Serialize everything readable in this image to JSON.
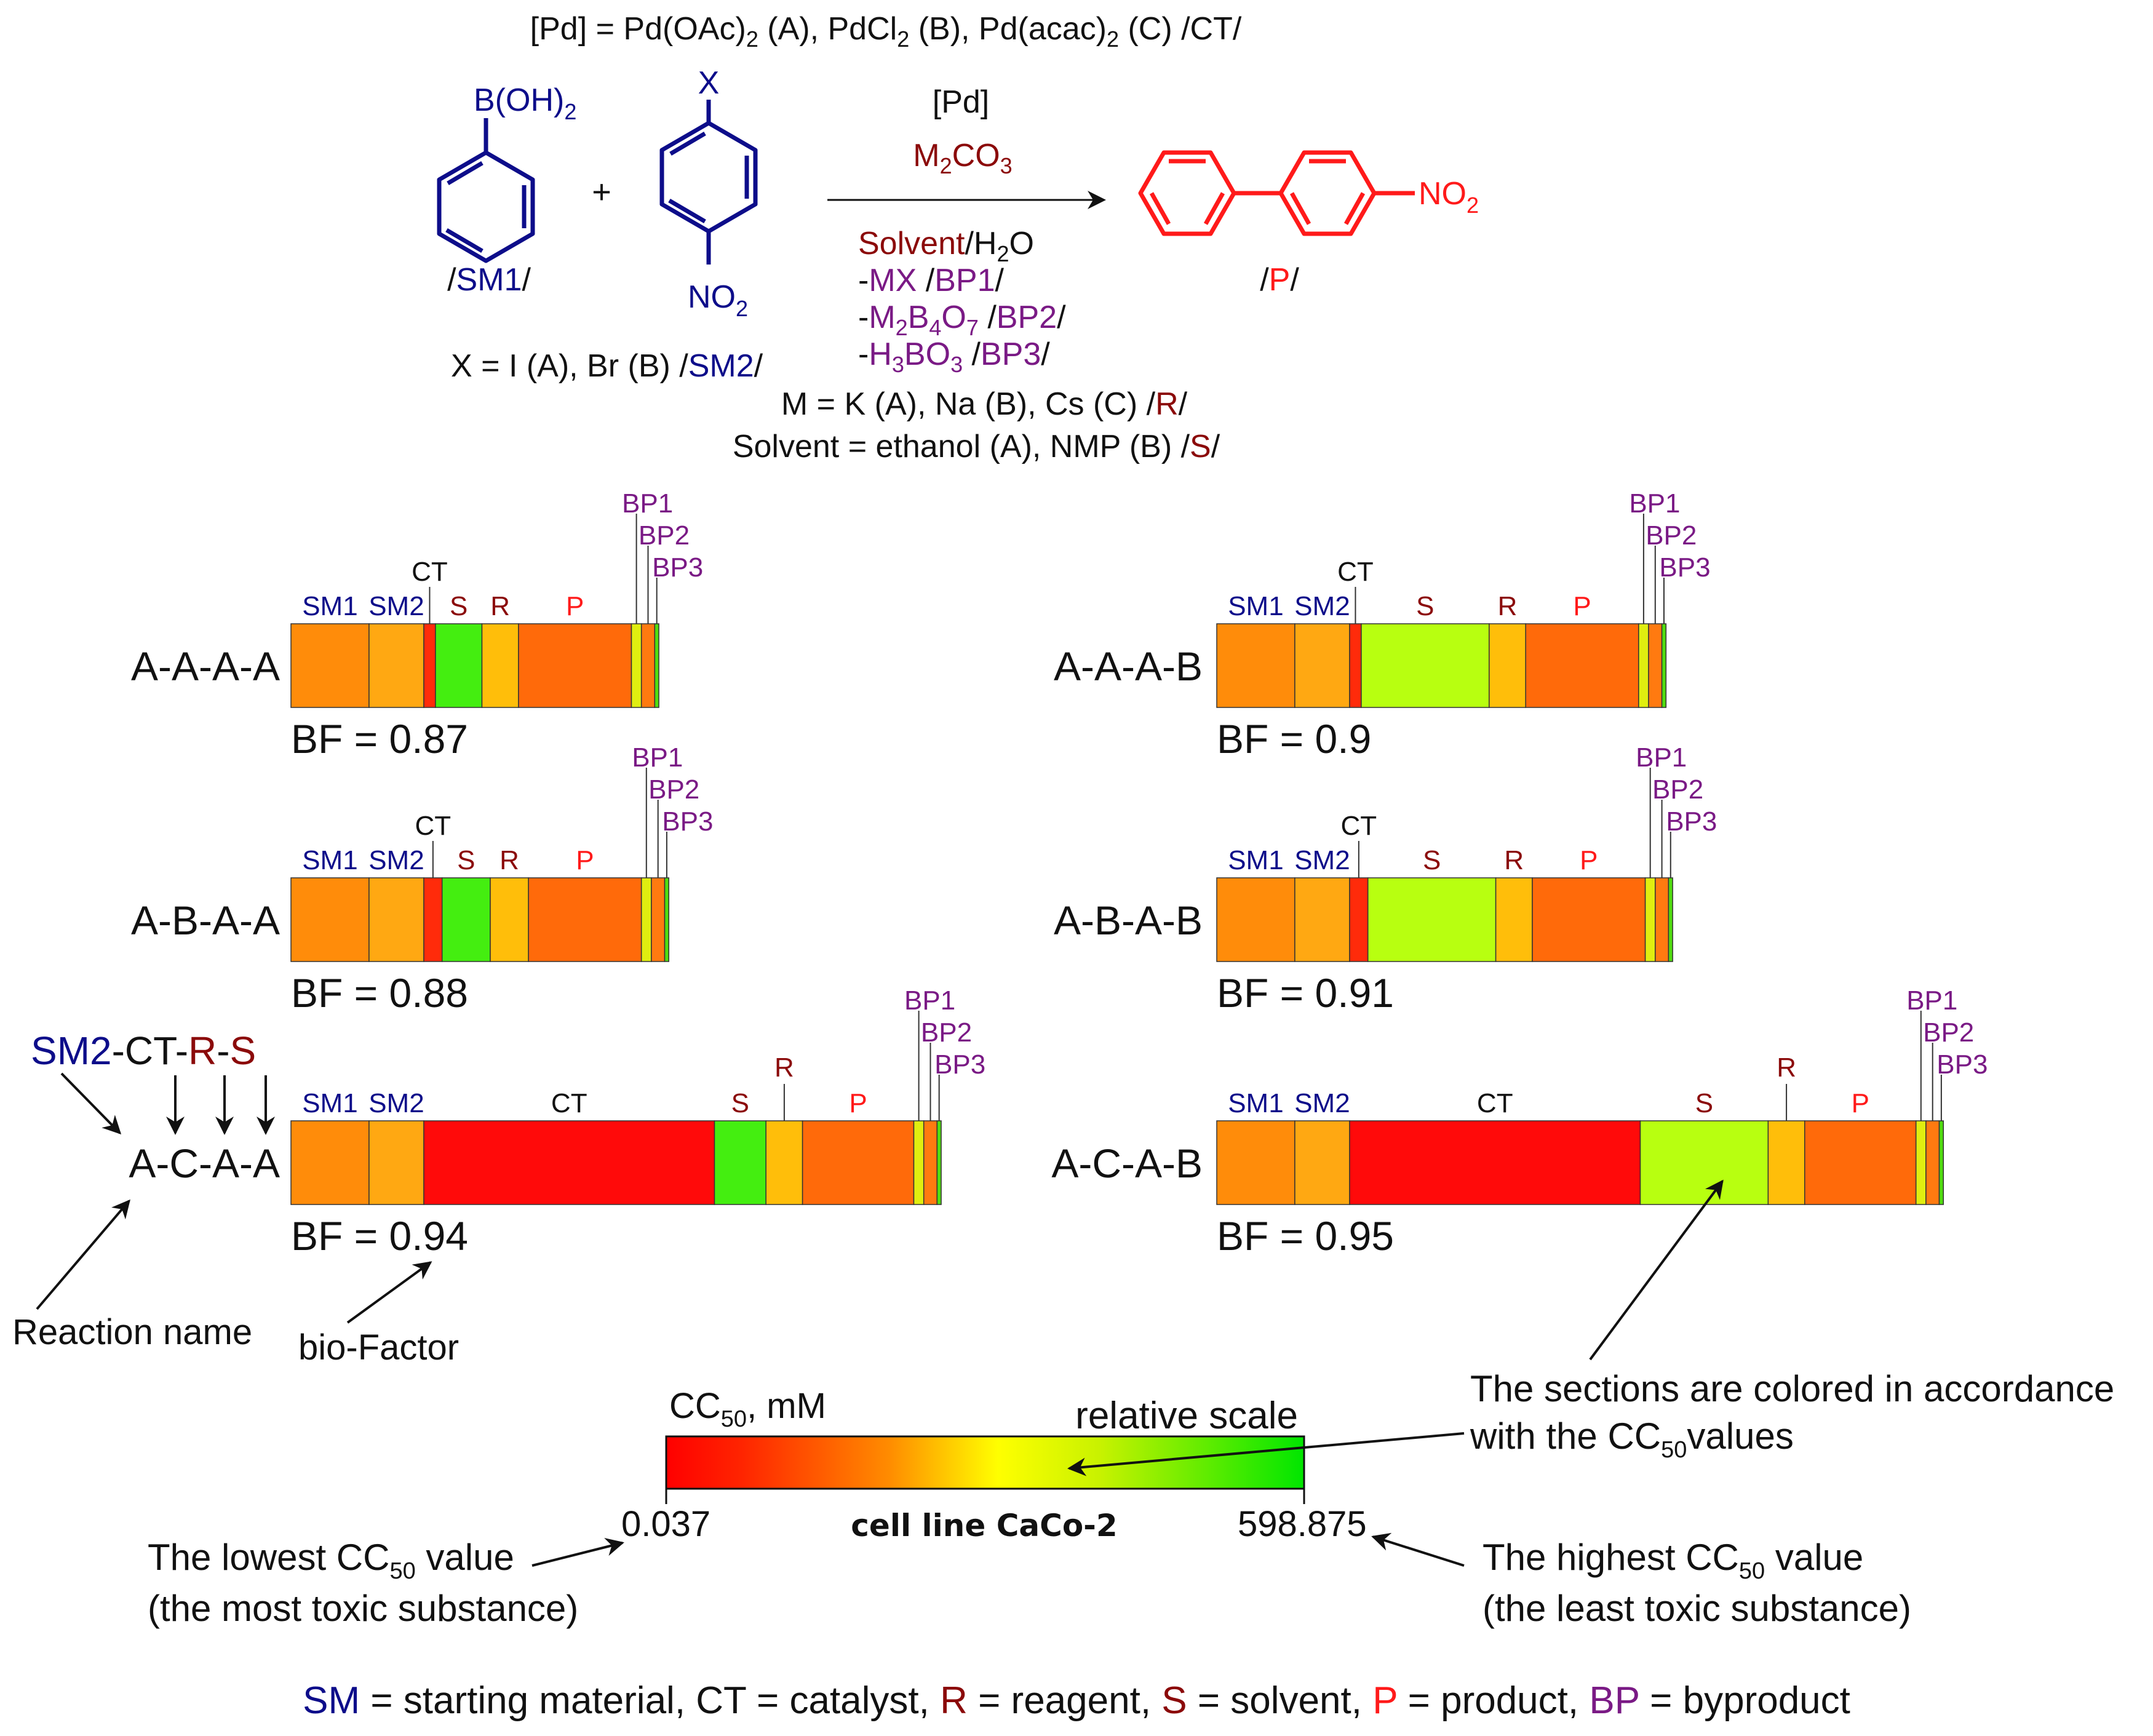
{
  "colors": {
    "blue": "#0d0d8a",
    "darkred": "#8b0a0a",
    "purple": "#7a1a85",
    "red": "#ff1a1a",
    "black": "#111111",
    "toxic_low": "#ff0000",
    "toxic_mid": "#ffff00",
    "toxic_high": "#00ee00"
  },
  "scheme": {
    "pd_line": {
      "a": "[Pd] = Pd(OAc)",
      "b": "2",
      "c": " (A), PdCl",
      "d": "2",
      "e": " (B), Pd(acac)",
      "f": "2",
      "g": " (C) /CT/"
    },
    "sm1": {
      "formula": "B(OH)",
      "sub": "2",
      "label_pre": "/",
      "label": "SM1",
      "label_post": "/"
    },
    "plus": "+",
    "sm2": {
      "x": "X",
      "no2": "NO",
      "no2_sub": "2"
    },
    "x_line": {
      "a": "X = I (A), Br (B) /",
      "b": "SM2",
      "c": "/"
    },
    "arrow_top": "[Pd]",
    "base": {
      "a": "M",
      "b": "2",
      "c": "CO",
      "d": "3"
    },
    "conditions": {
      "solvent": {
        "a": "Solvent",
        "b": "/H",
        "c": "2",
        "d": "O"
      },
      "bp1": {
        "a": "-",
        "b": "MX",
        "c": " /",
        "d": "BP1",
        "e": "/"
      },
      "bp2": {
        "a": "-",
        "b": "M",
        "c": "2",
        "d": "B",
        "e": "4",
        "f": "O",
        "g": "7",
        "h": " /",
        "i": "BP2",
        "j": "/"
      },
      "bp3": {
        "a": "-",
        "b": "H",
        "c": "3",
        "d": "BO",
        "e": "3",
        "f": " /",
        "g": "BP3",
        "h": "/"
      }
    },
    "m_line": {
      "a": "M = K (A), Na (B), Cs (C) /",
      "b": "R",
      "c": "/"
    },
    "solvent_line": {
      "a": "Solvent = ethanol (A), NMP (B) /",
      "b": "S",
      "c": "/"
    },
    "product": {
      "no2": "NO",
      "no2_sub": "2",
      "label_pre": "/",
      "label": "P",
      "label_post": "/"
    }
  },
  "bars": [
    {
      "name": "A-A-A-A",
      "bf": "BF = 0.87",
      "segments": [
        {
          "id": "SM1",
          "w": 0.94,
          "color": "#ff8c0a"
        },
        {
          "id": "SM2",
          "w": 0.66,
          "color": "#ffa812"
        },
        {
          "id": "CT",
          "w": 0.14,
          "color": "#ff2b0a"
        },
        {
          "id": "S",
          "w": 0.56,
          "color": "#44ee10"
        },
        {
          "id": "R",
          "w": 0.44,
          "color": "#ffbe0a"
        },
        {
          "id": "P",
          "w": 1.36,
          "color": "#ff6a0a"
        },
        {
          "id": "BP1",
          "w": 0.12,
          "color": "#e0ee10"
        },
        {
          "id": "BP2",
          "w": 0.16,
          "color": "#ff7a10"
        },
        {
          "id": "BP3",
          "w": 0.05,
          "color": "#50dd10"
        }
      ]
    },
    {
      "name": "A-A-A-B",
      "bf": "BF = 0.9",
      "segments": [
        {
          "id": "SM1",
          "w": 0.94,
          "color": "#ff8c0a"
        },
        {
          "id": "SM2",
          "w": 0.66,
          "color": "#ffa812"
        },
        {
          "id": "CT",
          "w": 0.14,
          "color": "#ff2b0a"
        },
        {
          "id": "S",
          "w": 1.54,
          "color": "#b8ff10"
        },
        {
          "id": "R",
          "w": 0.44,
          "color": "#ffbe0a"
        },
        {
          "id": "P",
          "w": 1.36,
          "color": "#ff6a0a"
        },
        {
          "id": "BP1",
          "w": 0.12,
          "color": "#e0ee10"
        },
        {
          "id": "BP2",
          "w": 0.16,
          "color": "#ff7a10"
        },
        {
          "id": "BP3",
          "w": 0.05,
          "color": "#50dd10"
        }
      ]
    },
    {
      "name": "A-B-A-A",
      "bf": "BF = 0.88",
      "segments": [
        {
          "id": "SM1",
          "w": 0.94,
          "color": "#ff8c0a"
        },
        {
          "id": "SM2",
          "w": 0.66,
          "color": "#ffa812"
        },
        {
          "id": "CT",
          "w": 0.22,
          "color": "#ff2b0a"
        },
        {
          "id": "S",
          "w": 0.58,
          "color": "#44ee10"
        },
        {
          "id": "R",
          "w": 0.46,
          "color": "#ffbe0a"
        },
        {
          "id": "P",
          "w": 1.36,
          "color": "#ff6a0a"
        },
        {
          "id": "BP1",
          "w": 0.12,
          "color": "#e0ee10"
        },
        {
          "id": "BP2",
          "w": 0.16,
          "color": "#ff7a10"
        },
        {
          "id": "BP3",
          "w": 0.05,
          "color": "#50dd10"
        }
      ]
    },
    {
      "name": "A-B-A-B",
      "bf": "BF = 0.91",
      "segments": [
        {
          "id": "SM1",
          "w": 0.94,
          "color": "#ff8c0a"
        },
        {
          "id": "SM2",
          "w": 0.66,
          "color": "#ffa812"
        },
        {
          "id": "CT",
          "w": 0.22,
          "color": "#ff2b0a"
        },
        {
          "id": "S",
          "w": 1.54,
          "color": "#b8ff10"
        },
        {
          "id": "R",
          "w": 0.44,
          "color": "#ffbe0a"
        },
        {
          "id": "P",
          "w": 1.36,
          "color": "#ff6a0a"
        },
        {
          "id": "BP1",
          "w": 0.12,
          "color": "#e0ee10"
        },
        {
          "id": "BP2",
          "w": 0.16,
          "color": "#ff7a10"
        },
        {
          "id": "BP3",
          "w": 0.05,
          "color": "#50dd10"
        }
      ]
    },
    {
      "name": "A-C-A-A",
      "bf": "BF = 0.94",
      "segments": [
        {
          "id": "SM1",
          "w": 0.94,
          "color": "#ff8c0a"
        },
        {
          "id": "SM2",
          "w": 0.66,
          "color": "#ffa812"
        },
        {
          "id": "CT",
          "w": 3.5,
          "color": "#ff0a0a"
        },
        {
          "id": "S",
          "w": 0.62,
          "color": "#44ee10"
        },
        {
          "id": "R",
          "w": 0.44,
          "color": "#ffbe0a"
        },
        {
          "id": "P",
          "w": 1.34,
          "color": "#ff6a0a"
        },
        {
          "id": "BP1",
          "w": 0.12,
          "color": "#e0ee10"
        },
        {
          "id": "BP2",
          "w": 0.16,
          "color": "#ff7a10"
        },
        {
          "id": "BP3",
          "w": 0.05,
          "color": "#50dd10"
        }
      ]
    },
    {
      "name": "A-C-A-B",
      "bf": "BF = 0.95",
      "segments": [
        {
          "id": "SM1",
          "w": 0.94,
          "color": "#ff8c0a"
        },
        {
          "id": "SM2",
          "w": 0.66,
          "color": "#ffa812"
        },
        {
          "id": "CT",
          "w": 3.5,
          "color": "#ff0a0a"
        },
        {
          "id": "S",
          "w": 1.54,
          "color": "#b8ff10"
        },
        {
          "id": "R",
          "w": 0.44,
          "color": "#ffbe0a"
        },
        {
          "id": "P",
          "w": 1.34,
          "color": "#ff6a0a"
        },
        {
          "id": "BP1",
          "w": 0.12,
          "color": "#e0ee10"
        },
        {
          "id": "BP2",
          "w": 0.16,
          "color": "#ff7a10"
        },
        {
          "id": "BP3",
          "w": 0.05,
          "color": "#50dd10"
        }
      ]
    }
  ],
  "legend_key": {
    "code": {
      "sm2": "SM2",
      "d1": "-",
      "ct": "CT",
      "d2": "-",
      "r": "R",
      "d3": "-",
      "s": "S"
    },
    "reaction_name": "Reaction name",
    "bio_factor": "bio-Factor"
  },
  "scale": {
    "title": "CC",
    "title_sub": "50",
    "title_unit": ", mM",
    "relative": "relative scale",
    "min": "0.037",
    "max": "598.875",
    "cell_line": "cell line CaCo-2",
    "sections_note": {
      "l1": "The sections are colored in accordance",
      "l2a": "with the CC",
      "l2sub": "50",
      "l2b": "values"
    },
    "lowest": {
      "a": "The lowest CC",
      "sub": "50",
      "b": " value",
      "l2": "(the most toxic substance)"
    },
    "highest": {
      "a": "The highest CC",
      "sub": "50",
      "b": " value",
      "l2": "(the least toxic substance)"
    }
  },
  "footer": {
    "sm": "SM",
    "t1": " = starting material, CT = catalyst, ",
    "r": "R",
    "t2": " = reagent, ",
    "s": "S",
    "t3": " = solvent, ",
    "p": "P",
    "t4": " = product, ",
    "bp": "BP",
    "t5": " = byproduct"
  }
}
